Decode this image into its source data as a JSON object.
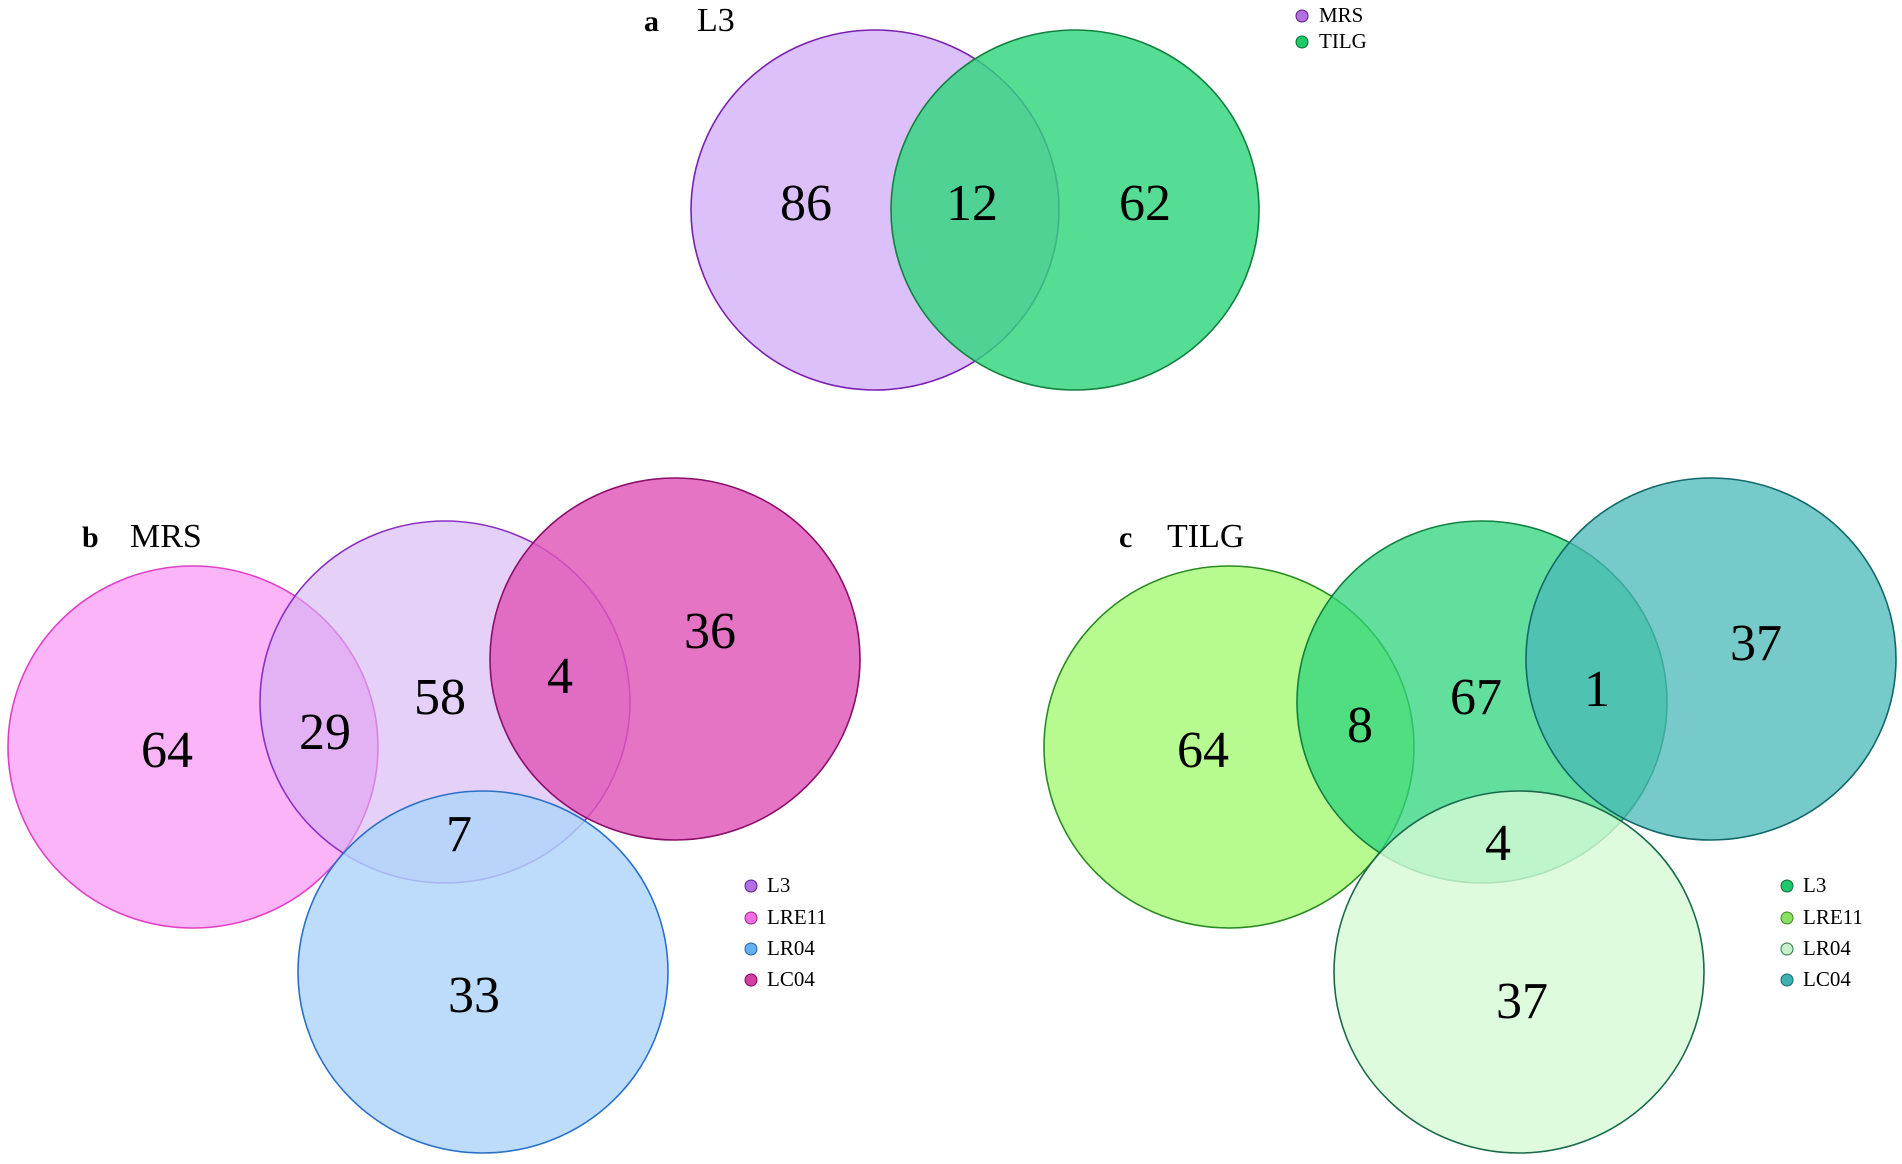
{
  "panels": {
    "a": {
      "letter": "a",
      "title": "L3",
      "legend": [
        {
          "label": "MRS",
          "color": "#b070e0"
        },
        {
          "label": "TILG",
          "color": "#1fc86a"
        }
      ],
      "sets": [
        {
          "name": "MRS",
          "fill": "#d9bdf9",
          "stroke": "#7a1fb0"
        },
        {
          "name": "TILG",
          "fill": "#2fd67c",
          "stroke": "#11803f"
        }
      ],
      "regions": {
        "MRS_only": "86",
        "MRS_TILG": "12",
        "TILG_only": "62"
      }
    },
    "b": {
      "letter": "b",
      "title": "MRS",
      "legend": [
        {
          "label": "L3",
          "color": "#b070e0"
        },
        {
          "label": "LRE11",
          "color": "#f070e0"
        },
        {
          "label": "LR04",
          "color": "#66b0f0"
        },
        {
          "label": "LC04",
          "color": "#d040a0"
        }
      ],
      "sets": [
        {
          "name": "LRE11",
          "fill": "#fbb0f8",
          "stroke": "#e040c8"
        },
        {
          "name": "L3",
          "fill": "#d4b0f4",
          "stroke": "#8a30c0"
        },
        {
          "name": "LC04",
          "fill": "#df55b8",
          "stroke": "#8a0e6a"
        },
        {
          "name": "LR04",
          "fill": "#aed4fb",
          "stroke": "#2a70c8"
        }
      ],
      "regions": {
        "LRE11_only": "64",
        "LRE11_L3": "29",
        "L3_only": "58",
        "L3_LC04": "4",
        "LC04_only": "36",
        "L3_LR04": "7",
        "LR04_only": "33"
      }
    },
    "c": {
      "letter": "c",
      "title": "TILG",
      "legend": [
        {
          "label": "L3",
          "color": "#1fc86a"
        },
        {
          "label": "LRE11",
          "color": "#8ae060"
        },
        {
          "label": "LR04",
          "color": "#c8f0c8"
        },
        {
          "label": "LC04",
          "color": "#40b0b0"
        }
      ],
      "sets": [
        {
          "name": "LRE11",
          "fill": "#b3fa8a",
          "stroke": "#2a8a20"
        },
        {
          "name": "L3",
          "fill": "#2dd47c",
          "stroke": "#11803f"
        },
        {
          "name": "LC04",
          "fill": "#4ab8b8",
          "stroke": "#106868"
        },
        {
          "name": "LR04",
          "fill": "#d6fad6",
          "stroke": "#1a6a4a"
        }
      ],
      "regions": {
        "LRE11_only": "64",
        "LRE11_L3": "8",
        "L3_only": "67",
        "L3_LC04": "1",
        "LC04_only": "37",
        "L3_LR04": "4",
        "LR04_only": "37"
      }
    }
  }
}
